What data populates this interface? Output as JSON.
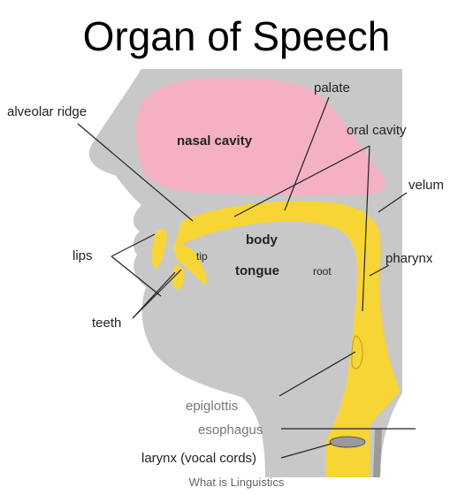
{
  "title": "Organ of Speech",
  "credit": "What is Linguistics",
  "labels": {
    "palate": "palate",
    "alveolar_ridge": "alveolar ridge",
    "nasal_cavity": "nasal cavity",
    "oral_cavity": "oral cavity",
    "velum": "velum",
    "lips": "lips",
    "tip": "tip",
    "body": "body",
    "tongue": "tongue",
    "root": "root",
    "pharynx": "pharynx",
    "teeth": "teeth",
    "epiglottis": "epiglottis",
    "esophagus": "esophagus",
    "larynx": "larynx (vocal cords)"
  },
  "colors": {
    "head": "#c8c8c8",
    "nasal": "#f4b1c3",
    "tract": "#f7d535",
    "outline": "#222222",
    "gray_text": "#777777"
  }
}
